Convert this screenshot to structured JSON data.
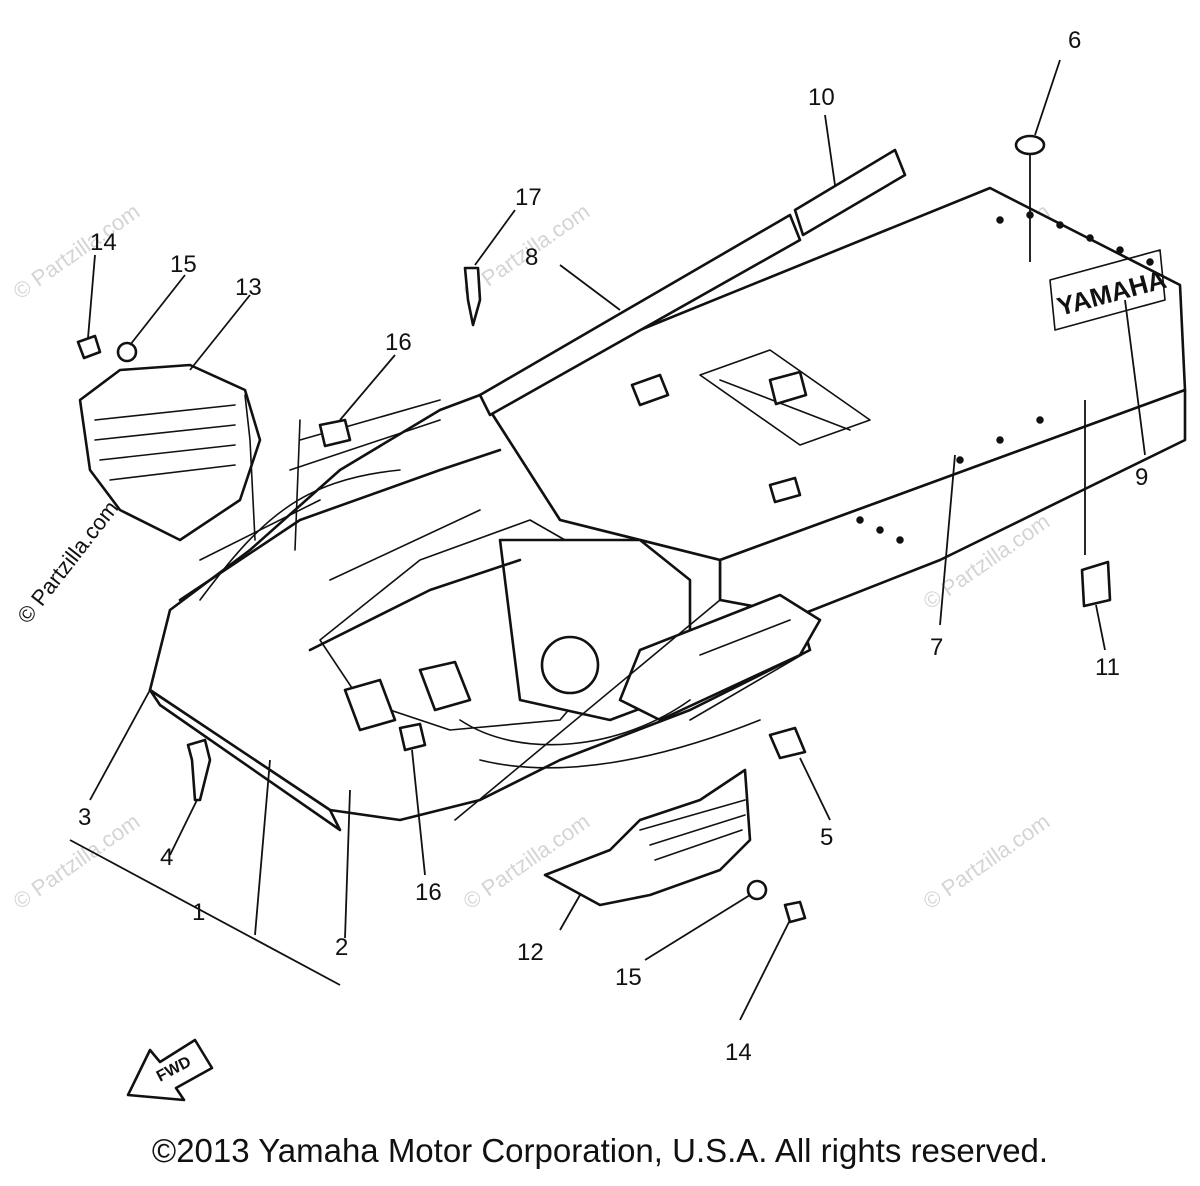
{
  "diagram": {
    "part_labels": [
      "1",
      "2",
      "3",
      "4",
      "5",
      "6",
      "7",
      "8",
      "9",
      "10",
      "11",
      "12",
      "13",
      "14",
      "15",
      "16",
      "17"
    ],
    "fwd_arrow_label": "FWD",
    "frame_brand_text": "YAMAHA",
    "watermark_text": "© Partzilla.com",
    "copyright": "©2013 Yamaha Motor Corporation, U.S.A. All rights reserved."
  }
}
